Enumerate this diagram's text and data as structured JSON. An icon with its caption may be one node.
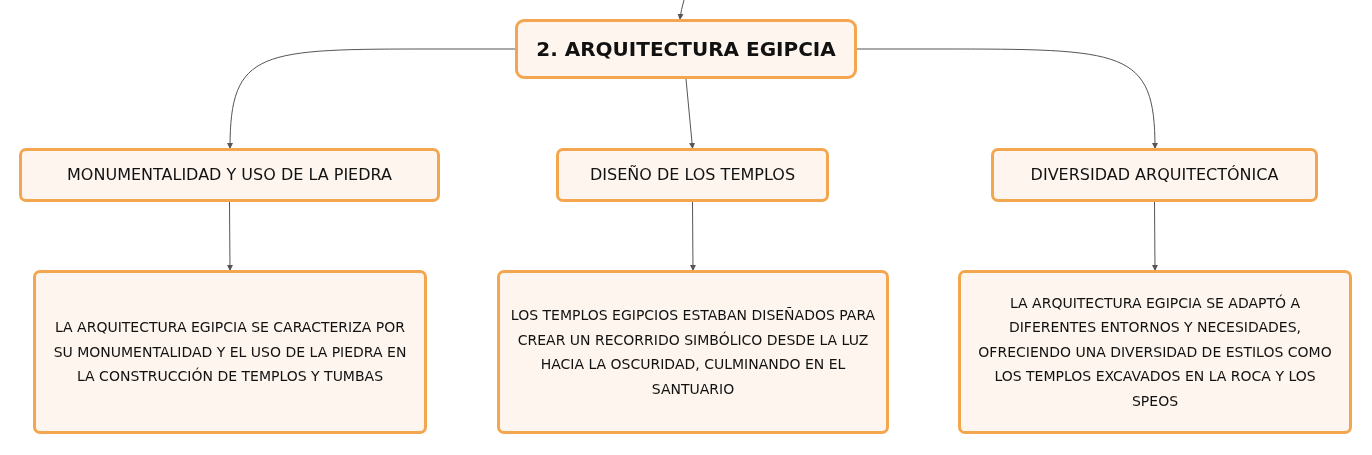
{
  "diagram": {
    "nodes": [
      {
        "text": [
          "2. ARQUITECTURA EGIPCIA"
        ]
      },
      {
        "text": [
          "MONUMENTALIDAD Y USO DE LA PIEDRA"
        ]
      },
      {
        "text": [
          "DISEÑO DE LOS TEMPLOS"
        ]
      },
      {
        "text": [
          "DIVERSIDAD ARQUITECTÓNICA"
        ]
      },
      {
        "text": [
          "LA ARQUITECTURA EGIPCIA SE CARACTERIZA POR SU MONUMENTALIDAD Y EL USO DE LA PIEDRA EN LA CONSTRUCCIÓN DE TEMPLOS Y TUMBAS"
        ]
      },
      {
        "text": [
          "LOS TEMPLOS EGIPCIOS ESTABAN DISEÑADOS PARA CREAR UN RECORRIDO SIMBÓLICO DESDE LA LUZ HACIA LA OSCURIDAD, CULMINANDO EN EL SANTUARIO"
        ]
      },
      {
        "text": [
          "LA ARQUITECTURA EGIPCIA SE ADAPTÓ A DIFERENTES ENTORNOS Y NECESIDADES, OFRECIENDO UNA DIVERSIDAD DE ESTILOS COMO LOS TEMPLOS EXCAVADOS EN LA ROCA Y LOS SPEOS"
        ]
      }
    ],
    "edges": [
      {
        "from": null,
        "to": 0,
        "arrow": "to"
      },
      {
        "from": 0,
        "to": 1,
        "arrow": "to"
      },
      {
        "from": 0,
        "to": 2,
        "arrow": "to"
      },
      {
        "from": 0,
        "to": 3,
        "arrow": "to"
      },
      {
        "from": 1,
        "to": 4,
        "arrow": "to"
      },
      {
        "from": 2,
        "to": 5,
        "arrow": "to"
      },
      {
        "from": 3,
        "to": 6,
        "arrow": "to"
      }
    ]
  }
}
